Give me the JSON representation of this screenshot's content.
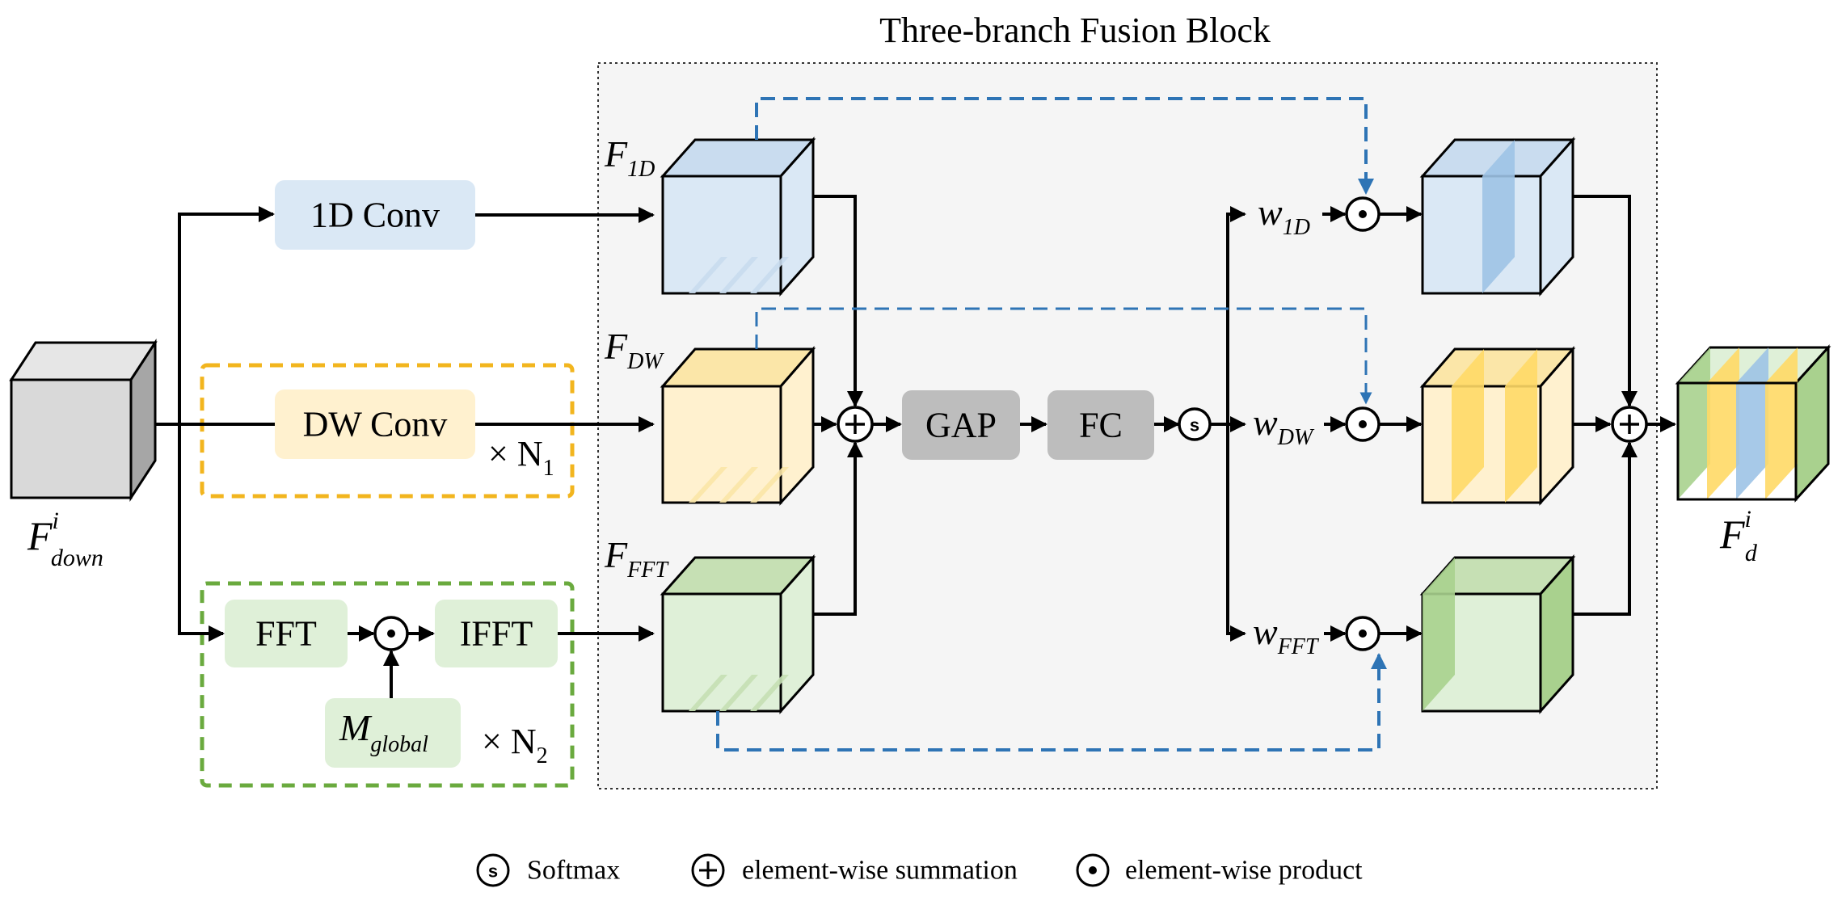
{
  "title": "Three-branch Fusion Block",
  "input": {
    "main": "F",
    "sup": "i",
    "sub": "down"
  },
  "output": {
    "main": "F",
    "sup": "i",
    "sub": "d"
  },
  "branches": {
    "conv1d": {
      "label": "1D Conv"
    },
    "dwconv": {
      "label": "DW Conv",
      "repeat_prefix": "× N",
      "repeat_sub": "1"
    },
    "fft": {
      "fft_label": "FFT",
      "ifft_label": "IFFT",
      "mask_main": "M",
      "mask_sub": "global",
      "repeat_prefix": "× N",
      "repeat_sub": "2"
    }
  },
  "features": {
    "f1d": {
      "main": "F",
      "sub": "1D"
    },
    "fdw": {
      "main": "F",
      "sub": "DW"
    },
    "ffft": {
      "main": "F",
      "sub": "FFT"
    }
  },
  "ops": {
    "gap": "GAP",
    "fc": "FC",
    "softmax_symbol": "s"
  },
  "weights": {
    "w1d": {
      "main": "w",
      "sub": "1D"
    },
    "wdw": {
      "main": "w",
      "sub": "DW"
    },
    "wfft": {
      "main": "w",
      "sub": "FFT"
    }
  },
  "legend": {
    "softmax": "Softmax",
    "summation": "element-wise summation",
    "product": "element-wise product"
  },
  "colors": {
    "blue_box": "#dae8f5",
    "yellow_box": "#fff1cf",
    "green_box": "#dff0d8",
    "gray_box": "#bdbdbd",
    "yellow_dash": "#f2b51e",
    "green_dash": "#6aaa3e",
    "blue_dash": "#2e74b5",
    "fusion_bg": "#f5f5f5"
  }
}
